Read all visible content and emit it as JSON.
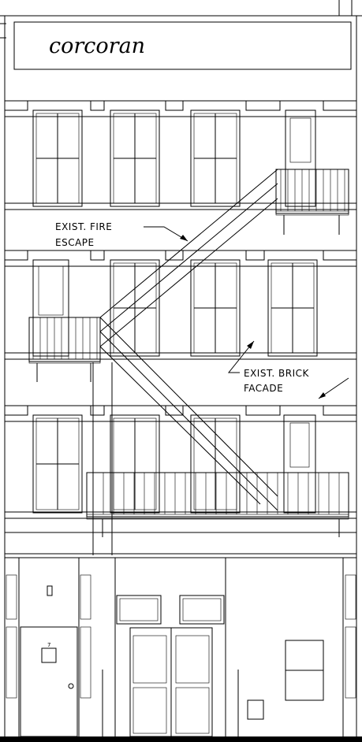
{
  "drawing": {
    "sign_text": "corcoran",
    "labels": {
      "fire_escape_line1": "EXIST. FIRE",
      "fire_escape_line2": "ESCAPE",
      "facade_line1": "EXIST. BRICK",
      "facade_line2": "FACADE"
    },
    "door_number": "7"
  }
}
